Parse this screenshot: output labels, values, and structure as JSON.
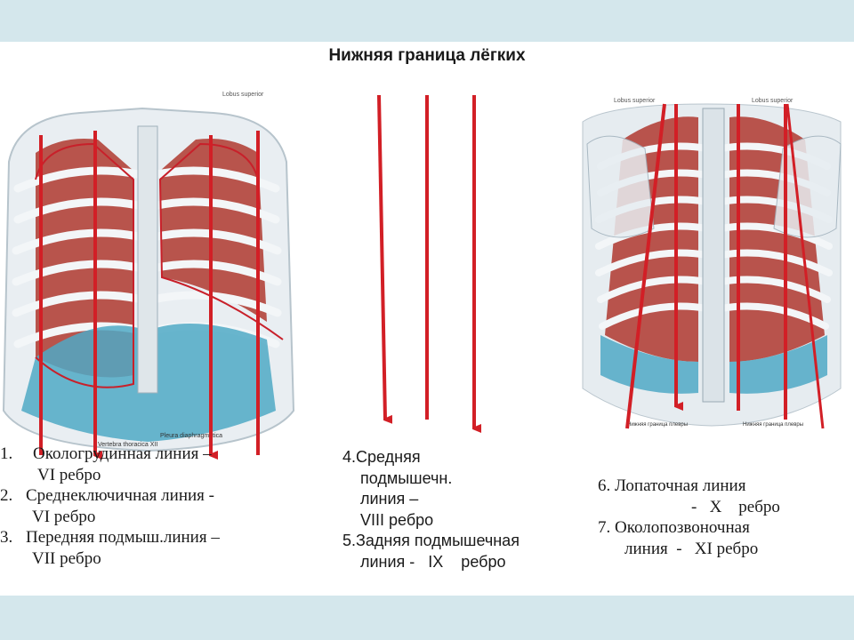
{
  "title": "Нижняя граница лёгких",
  "left_list": [
    {
      "num": "1.",
      "name": "Окологрудинная линия –",
      "rib": "VI   ребро"
    },
    {
      "num": "2.",
      "name": "Среднеключичная линия -",
      "rib": "VI  ребро"
    },
    {
      "num": "3.",
      "name": "Передняя подмыш.линия –",
      "rib": "VII ребро"
    }
  ],
  "middle_list": {
    "item4": [
      "4.Средняя",
      "подмышечн.",
      "линия –",
      "VIII  ребро"
    ],
    "item5": [
      "5.Задняя подмышечная",
      "линия -   IX    ребро"
    ]
  },
  "right_list": {
    "item6": [
      "6. Лопаточная линия",
      "-   X    ребро"
    ],
    "item7": [
      "7. Околопозвоночная",
      "линия  -   XI ребро"
    ]
  },
  "figure_labels": {
    "front_top": "Lobus superior",
    "front_bottom": "Vertebra thoracica XII",
    "front_pleura": "Pleura diaphragmatica",
    "back_top_left": "Lobus superior",
    "back_top_right": "Lobus superior",
    "back_bottom_left": "Нижняя граница плевры",
    "back_bottom_right": "Нижняя граница плевры"
  },
  "colors": {
    "arrow": "#d21f26",
    "lung": "#b3423a",
    "bone": "#e8eef2",
    "diaphragm": "#4fa9c6",
    "background": "#d4e7ec"
  }
}
